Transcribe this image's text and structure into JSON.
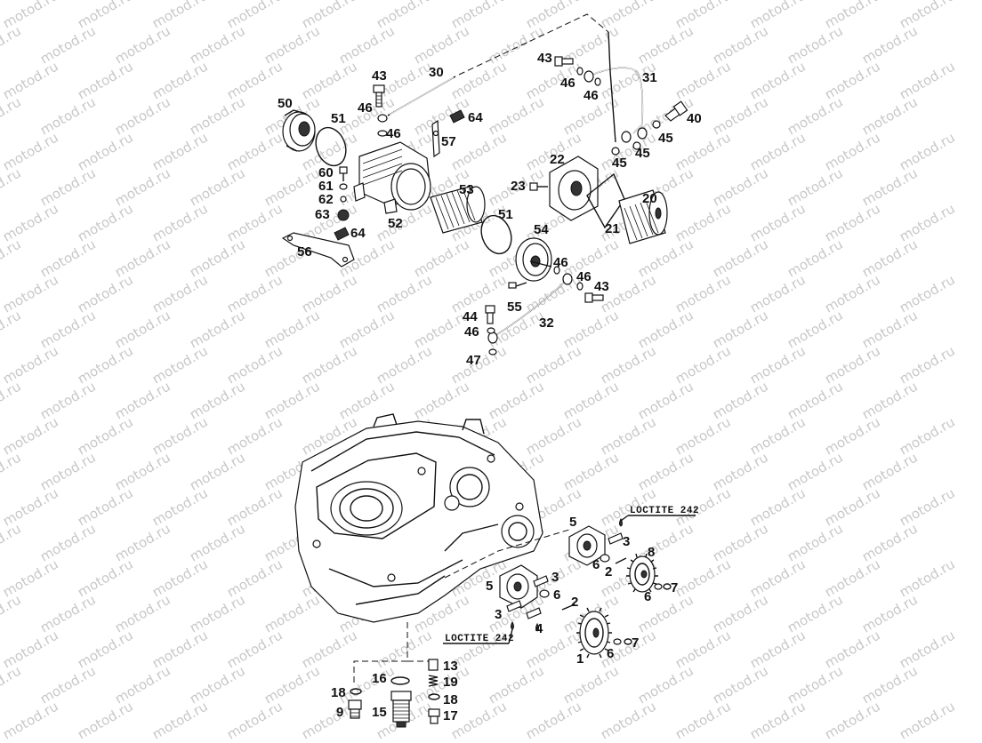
{
  "watermark": "motod.ru",
  "callouts": {
    "c1": "1",
    "c2a": "2",
    "c2b": "2",
    "c3a": "3",
    "c3b": "3",
    "c3c": "3",
    "c4a": "4",
    "c5a": "5",
    "c5b": "5",
    "c6a": "6",
    "c6b": "6",
    "c6c": "6",
    "c6d": "6",
    "c7a": "7",
    "c7b": "7",
    "c8": "8",
    "c9": "9",
    "c13": "13",
    "c15": "15",
    "c16": "16",
    "c17": "17",
    "c18a": "18",
    "c18b": "18",
    "c19": "19",
    "c20": "20",
    "c21": "21",
    "c22": "22",
    "c23": "23",
    "c30": "30",
    "c31": "31",
    "c32": "32",
    "c40": "40",
    "c43a": "43",
    "c43b": "43",
    "c43c": "43",
    "c44": "44",
    "c45a": "45",
    "c45b": "45",
    "c45c": "45",
    "c46a": "46",
    "c46b": "46",
    "c46c": "46",
    "c46d": "46",
    "c46e": "46",
    "c46f": "46",
    "c46g": "46",
    "c47": "47",
    "c50": "50",
    "c51a": "51",
    "c51b": "51",
    "c52": "52",
    "c53": "53",
    "c54": "54",
    "c55": "55",
    "c56": "56",
    "c57": "57",
    "c60": "60",
    "c61": "61",
    "c62": "62",
    "c63": "63",
    "c64a": "64",
    "c64b": "64"
  },
  "notes": {
    "loctite_top": "LOCTITE 242",
    "loctite_bottom": "LOCTITE 242"
  }
}
